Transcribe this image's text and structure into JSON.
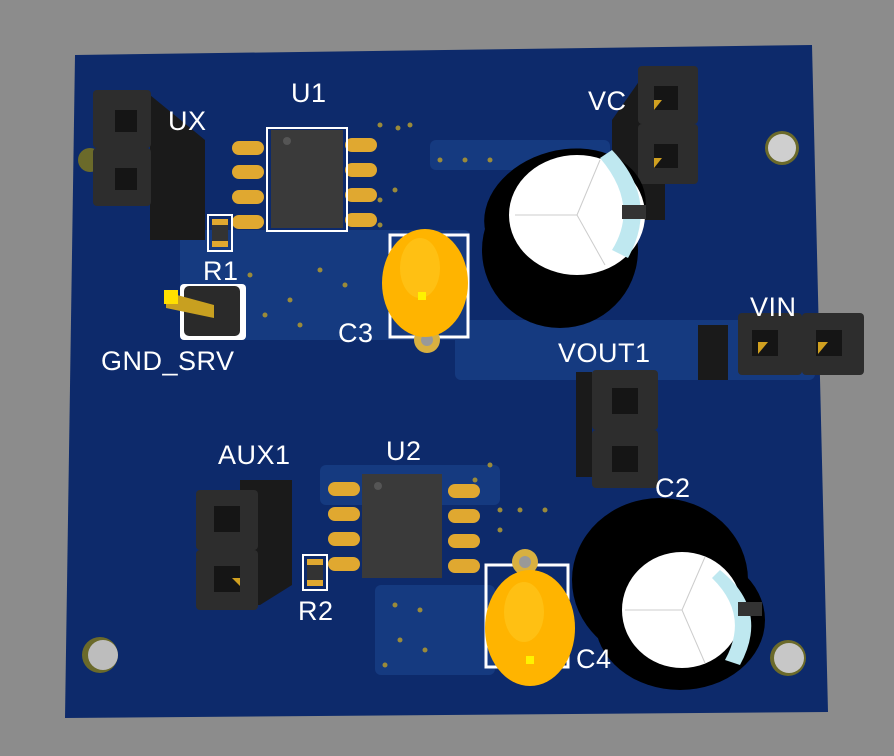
{
  "colors": {
    "background": "#8c8c8c",
    "board": "#0d2a6b",
    "copper": "#153a80",
    "gold": "#e0a830",
    "header": "#2a2a2a",
    "tantalum": "#ffb000"
  },
  "labels": {
    "u1": "U1",
    "aux": "UX",
    "vcc": "VC",
    "r1": "R1",
    "gnd_srv": "GND_SRV",
    "c3": "C3",
    "vin": "VIN",
    "vout1": "VOUT1",
    "aux1": "AUX1",
    "u2": "U2",
    "c2": "C2",
    "r2": "R2",
    "c4": "C4"
  }
}
